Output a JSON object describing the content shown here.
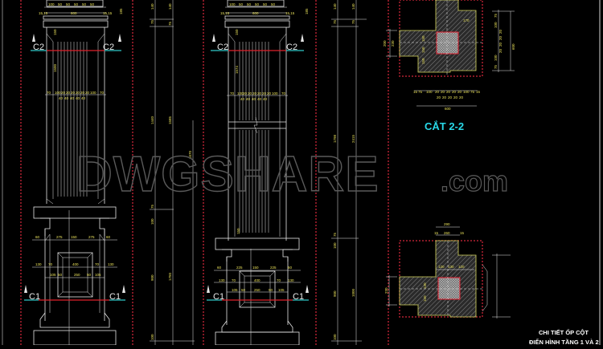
{
  "drawing": {
    "background": "#000000",
    "colors": {
      "geometry": "#e6e6e6",
      "dimension_text": "#e8e05a",
      "section_line": "#e0202a",
      "section_arrow": "#30c8c8",
      "border_dashed": "#b02030",
      "section_title": "#28d8e8",
      "hatch_outline": "#d8d860",
      "watermark": "#5a5a5a"
    }
  },
  "watermark": {
    "main": "DWGSHARE",
    "suffix": ".com"
  },
  "elevation_1": {
    "section_c2_left": "C2",
    "section_c2_right": "C2",
    "section_c1_left": "C1",
    "section_c1_right": "C1",
    "top_dims": [
      "100",
      "50",
      "50",
      "50",
      "50",
      "50"
    ],
    "capital_offset_left": "15,15",
    "capital_offset_right": "15,15",
    "capital_width": "600",
    "capital_height": "185",
    "shaft_top_dim": "150",
    "shaft_flute_len": "1500",
    "flute_dims_top": [
      "70",
      "100",
      "20",
      "20",
      "20",
      "20",
      "20",
      "20",
      "100",
      "70"
    ],
    "flute_dims_bottom": [
      "40",
      "40",
      "40",
      "40",
      "40"
    ],
    "base_dims_row1": [
      "60",
      "275",
      "150",
      "275",
      "60"
    ],
    "base_dims_row1_small": [
      "20",
      "50",
      "50",
      "20",
      "20"
    ],
    "base_dims_row2": [
      "130",
      "70",
      "400",
      "70",
      "130"
    ],
    "base_dims_row3": [
      "105",
      "50",
      "250",
      "50",
      "105"
    ],
    "base_vert_dims": [
      "150",
      "50",
      "250",
      "50",
      "150"
    ],
    "side_dims_a": [
      "140",
      "75",
      "20",
      "75",
      "75"
    ],
    "side_dims_b": [
      "1440",
      "1585",
      "1670"
    ],
    "side_dims_c": [
      "75",
      "100",
      "20",
      "20",
      "900",
      "1750"
    ],
    "side_dims_bottom": [
      "20",
      "20",
      "100"
    ]
  },
  "elevation_2": {
    "section_c2_left": "C2",
    "section_c2_right": "C2",
    "section_c1_left": "C1",
    "section_c1_right": "C1",
    "top_dims": [
      "100",
      "50",
      "50",
      "50",
      "50",
      "50"
    ],
    "capital_offset_left": "15,15",
    "capital_offset_right": "15,15",
    "capital_width": "600",
    "capital_height": "185",
    "shaft_top_dim": "150",
    "shaft_flute_len": "1574",
    "flute_dims_top": [
      "70",
      "100",
      "20",
      "20",
      "20",
      "20",
      "20",
      "20",
      "100",
      "70"
    ],
    "flute_dims_bottom": [
      "40",
      "40",
      "40",
      "40",
      "40"
    ],
    "base_dims_row1": [
      "60",
      "225",
      "150",
      "225",
      "60"
    ],
    "base_dims_row2": [
      "130",
      "70",
      "400",
      "70",
      "130"
    ],
    "base_dims_row3": [
      "105",
      "50",
      "250",
      "50",
      "105"
    ],
    "base_vert_dims": [
      "150",
      "50",
      "250",
      "50",
      "150"
    ],
    "side_dims_a": [
      "140",
      "75",
      "20",
      "75",
      "75"
    ],
    "side_dims_b": [
      "1798",
      "2415"
    ],
    "side_dims_c": [
      "75",
      "100",
      "20",
      "20",
      "900",
      "1000"
    ],
    "side_dims_bottom": [
      "20",
      "20",
      "100"
    ]
  },
  "section_2_2": {
    "title": "CẮT 2-2",
    "right_dims": [
      "15",
      "75",
      "100",
      "20",
      "20",
      "20",
      "20",
      "20",
      "100",
      "75",
      "15"
    ],
    "right_total": "600",
    "inner_dims": [
      "150",
      "150",
      "150",
      "170"
    ],
    "left_dims": [
      "15",
      "200",
      "15",
      "230"
    ],
    "bottom_dims": [
      "15",
      "75",
      "100",
      "20",
      "20",
      "20",
      "20",
      "20",
      "100",
      "75",
      "15"
    ],
    "bottom_sub": [
      "20",
      "20",
      "20",
      "20",
      "20"
    ],
    "bottom_total": "600"
  },
  "section_1_1": {
    "top_total": "290",
    "top_dims": [
      "15",
      "260",
      "15"
    ],
    "inner_dims": [
      "120",
      "130",
      "120"
    ],
    "left_dims": [
      "15",
      "230"
    ],
    "vert_dims": [
      "130",
      "150",
      "130"
    ]
  },
  "title_block": {
    "line1": "CHI TIẾT ỐP CỘT",
    "line2": "ĐIỂN HÌNH TẦNG 1 VÀ 2"
  }
}
